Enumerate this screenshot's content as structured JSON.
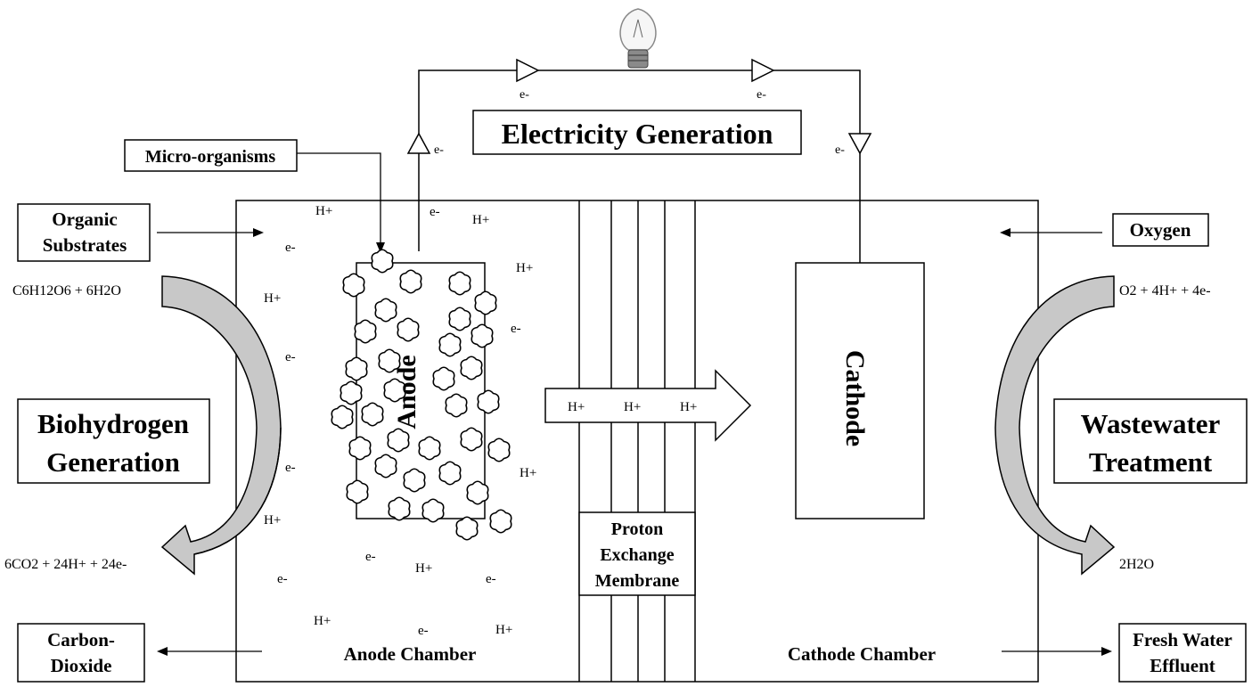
{
  "labels": {
    "electricity_generation": "Electricity Generation",
    "micro_organisms": "Micro-organisms",
    "organic_substrates_line1": "Organic",
    "organic_substrates_line2": "Substrates",
    "oxygen": "Oxygen",
    "biohydrogen_line1": "Biohydrogen",
    "biohydrogen_line2": "Generation",
    "wastewater_line1": "Wastewater",
    "wastewater_line2": "Treatment",
    "carbon_dioxide_line1": "Carbon-",
    "carbon_dioxide_line2": "Dioxide",
    "fresh_water_line1": "Fresh Water",
    "fresh_water_line2": "Effluent",
    "anode": "Anode",
    "cathode": "Cathode",
    "pem_line1": "Proton",
    "pem_line2": "Exchange",
    "pem_line3": "Membrane",
    "anode_chamber": "Anode Chamber",
    "cathode_chamber": "Cathode Chamber"
  },
  "equations": {
    "anode_input": "C6H12O6 + 6H2O",
    "anode_output": "6CO2 + 24H+ + 24e-",
    "cathode_input": "O2 + 4H+ + 4e-",
    "cathode_output": "2H2O"
  },
  "symbols": {
    "electron": "e-",
    "proton": "H+"
  },
  "icons": {
    "bulb": "light-bulb-icon"
  }
}
